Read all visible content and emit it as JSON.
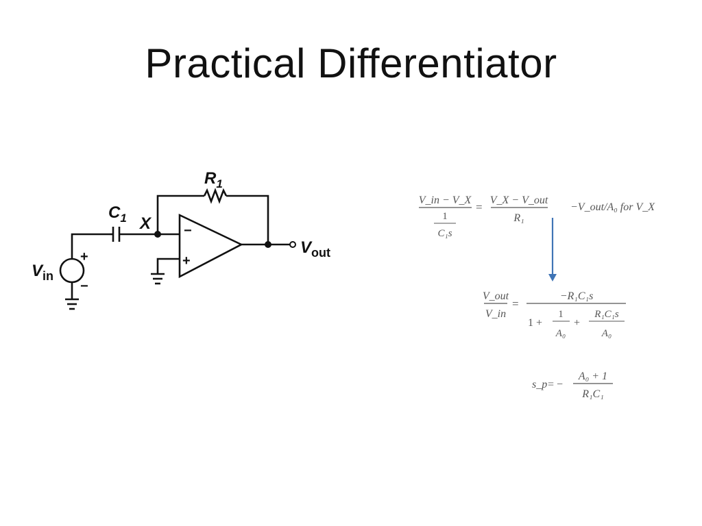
{
  "slide": {
    "title": "Practical Differentiator"
  },
  "circuit": {
    "components": {
      "resistor": {
        "name": "R",
        "sub": "1"
      },
      "capacitor": {
        "name": "C",
        "sub": "1"
      },
      "node": "X",
      "source": {
        "name": "V",
        "sub": "in"
      },
      "output": {
        "name": "V",
        "sub": "out"
      },
      "source_plus": "+",
      "source_minus": "−",
      "opamp_minus": "−",
      "opamp_plus": "+"
    }
  },
  "equations": {
    "eq1": {
      "lhs_num": "V_in − V_X",
      "lhs_den_num": "1",
      "lhs_den_den": "C₁s",
      "rhs_num": "V_X − V_out",
      "rhs_den": "R₁",
      "note": "−V_out/A₀ for V_X"
    },
    "eq2": {
      "lhs_num": "V_out",
      "lhs_den": "V_in",
      "rhs_num": "−R₁C₁s",
      "den_term1": "1 +",
      "den_frac1_num": "1",
      "den_frac1_den": "A₀",
      "den_plus": "+",
      "den_frac2_num": "R₁C₁s",
      "den_frac2_den": "A₀"
    },
    "eq3": {
      "lhs": "s_p",
      "equals": "= −",
      "num": "A₀ + 1",
      "den": "R₁C₁"
    }
  },
  "colors": {
    "arrow": "#3f74b5",
    "ink": "#111111",
    "equation_ink": "#555555"
  }
}
